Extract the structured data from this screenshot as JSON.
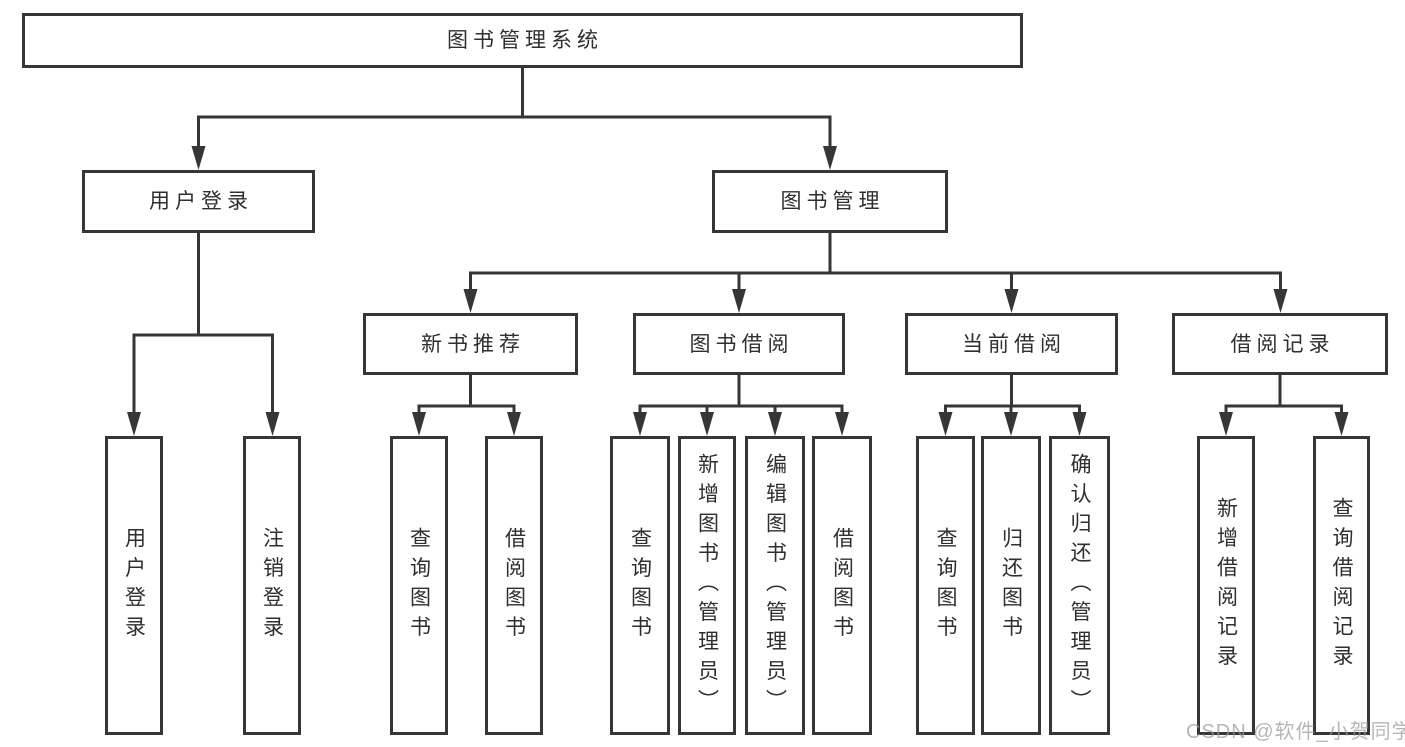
{
  "diagram": {
    "root": {
      "label": "图书管理系统"
    },
    "level2": [
      {
        "id": "user-login",
        "label": "用户登录"
      },
      {
        "id": "book-management",
        "label": "图书管理"
      }
    ],
    "level3": [
      {
        "id": "new-book-recommend",
        "label": "新书推荐"
      },
      {
        "id": "book-borrowing",
        "label": "图书借阅"
      },
      {
        "id": "current-borrowing",
        "label": "当前借阅"
      },
      {
        "id": "borrowing-records",
        "label": "借阅记录"
      }
    ],
    "leaves": [
      {
        "id": "user-login-leaf",
        "label": "用户登录"
      },
      {
        "id": "logout",
        "label": "注销登录"
      },
      {
        "id": "query-books-recommend",
        "label": "查询图书"
      },
      {
        "id": "borrow-books-recommend",
        "label": "借阅图书"
      },
      {
        "id": "query-books-borrowing",
        "label": "查询图书"
      },
      {
        "id": "add-books-admin",
        "label": "新增图书（管理员）"
      },
      {
        "id": "edit-books-admin",
        "label": "编辑图书（管理员）"
      },
      {
        "id": "borrow-books-borrowing",
        "label": "借阅图书"
      },
      {
        "id": "query-books-current",
        "label": "查询图书"
      },
      {
        "id": "return-books",
        "label": "归还图书"
      },
      {
        "id": "confirm-return-admin",
        "label": "确认归还（管理员）"
      },
      {
        "id": "add-borrow-record",
        "label": "新增借阅记录"
      },
      {
        "id": "query-borrow-record",
        "label": "查询借阅记录"
      }
    ]
  },
  "watermark": {
    "text": "CSDN @软件_小贺同学"
  },
  "colors": {
    "line": "#363636",
    "box_border": "#363636",
    "box_fill": "#ffffff",
    "text": "#2f2f2f",
    "watermark": "#9b9b9b",
    "background": "#ffffff"
  }
}
